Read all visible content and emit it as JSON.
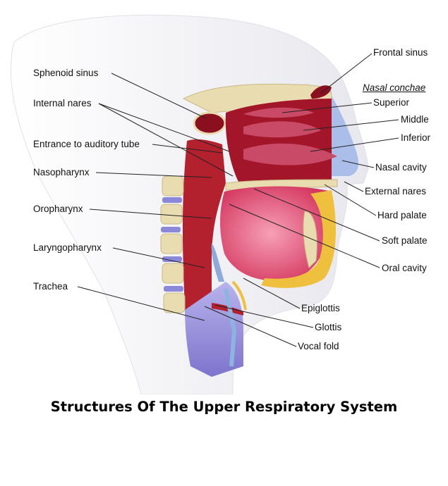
{
  "title": "Structures Of The Upper Respiratory System",
  "labels": {
    "sphenoid_sinus": "Sphenoid sinus",
    "internal_nares": "Internal nares",
    "entrance_auditory_tube": "Entrance to auditory tube",
    "nasopharynx": "Nasopharynx",
    "oropharynx": "Oropharynx",
    "laryngopharynx": "Laryngopharynx",
    "trachea": "Trachea",
    "frontal_sinus": "Frontal sinus",
    "nasal_conchae": "Nasal conchae",
    "superior": "Superior",
    "middle": "Middle",
    "inferior": "Inferior",
    "nasal_cavity": "Nasal cavity",
    "external_nares": "External nares",
    "hard_palate": "Hard palate",
    "soft_palate": "Soft palate",
    "oral_cavity": "Oral cavity",
    "epiglottis": "Epiglottis",
    "glottis": "Glottis",
    "vocal_fold": "Vocal fold"
  },
  "colors": {
    "tissue_red": "#b3202e",
    "tissue_pink": "#e85a7a",
    "bone": "#e9dcb0",
    "airway": "#8a86d6",
    "skin": "#f2f2f6"
  }
}
